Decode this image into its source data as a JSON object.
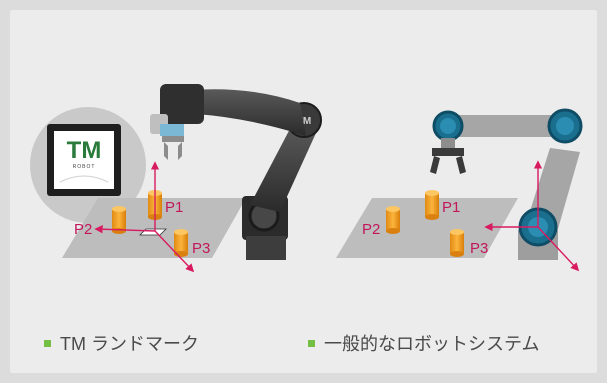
{
  "logo": {
    "main": "TM",
    "sub": "ROBOT"
  },
  "left_labels": {
    "p1": "P1",
    "p2": "P2",
    "p3": "P3"
  },
  "right_labels": {
    "p1": "P1",
    "p2": "P2",
    "p3": "P3"
  },
  "legend": {
    "left": "TM ランドマーク",
    "right": "一般的なロボットシステム"
  },
  "colors": {
    "arrow": "#d81b60",
    "legend_marker": "#72bf44",
    "cylinder": "#f5a623",
    "joint": "#1a6f8f"
  }
}
